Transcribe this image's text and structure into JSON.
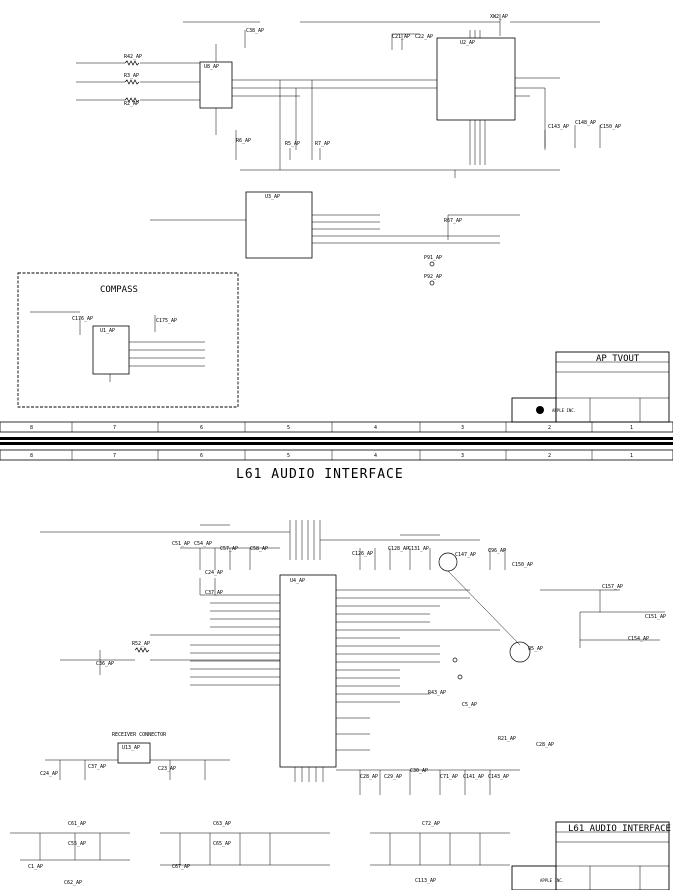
{
  "upper_sheet": {
    "title": "AP TVOUT",
    "company": "APPLE INC.",
    "compass_label": "COMPASS",
    "components": [
      "R42_AP",
      "R3_AP",
      "R2_AP",
      "U8_AP",
      "C38_AP",
      "C21_AP",
      "C22_AP",
      "U2_AP",
      "XW2_AP",
      "R6_AP",
      "R5_AP",
      "R7_AP",
      "C143_AP",
      "C148_AP",
      "C150_AP",
      "U3_AP",
      "R67_AP",
      "P91_AP",
      "P92_AP",
      "C176_AP",
      "U1_AP",
      "C175_AP"
    ]
  },
  "lower_sheet": {
    "title": "L61 AUDIO INTERFACE",
    "footer_title": "L61 AUDIO INTERFACE",
    "company": "APPLE INC.",
    "receiver_label": "RECEIVER CONNECTOR",
    "components": [
      "C51_AP",
      "C54_AP",
      "C57_AP",
      "C58_AP",
      "U4_AP",
      "C126_AP",
      "C128_AP",
      "C131_AP",
      "C147_AP",
      "C96_AP",
      "C150_AP",
      "C157_AP",
      "C154_AP",
      "C151_AP",
      "R52_AP",
      "C36_AP",
      "Q5_AP",
      "R43_AP",
      "C5_AP",
      "R21_AP",
      "C24_AP",
      "C37_AP",
      "U13_AP",
      "C23_AP",
      "C28_AP",
      "C29_AP",
      "C30_AP",
      "C71_AP",
      "C141_AP",
      "C143_AP",
      "C61_AP",
      "C55_AP",
      "C1_AP",
      "C62_AP",
      "C63_AP",
      "C65_AP",
      "C67_AP",
      "C72_AP",
      "C113_AP"
    ]
  },
  "zone_numbers": [
    "8",
    "7",
    "6",
    "5",
    "4",
    "3",
    "2",
    "1"
  ]
}
